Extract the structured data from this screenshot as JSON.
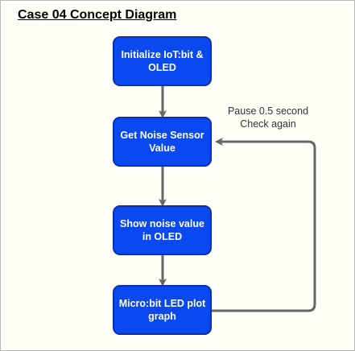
{
  "title": "Case 04 Concept Diagram",
  "steps": [
    {
      "label": "Initialize IoT:bit & OLED"
    },
    {
      "label": "Get Noise Sensor Value"
    },
    {
      "label": "Show noise value in OLED"
    },
    {
      "label": "Micro:bit LED plot graph"
    }
  ],
  "loop_note": {
    "line1": "Pause 0.5 second",
    "line2": "Check again"
  },
  "colors": {
    "box_fill": "#0a49f0",
    "box_border": "#0a2fb0",
    "connector": "#666666"
  }
}
